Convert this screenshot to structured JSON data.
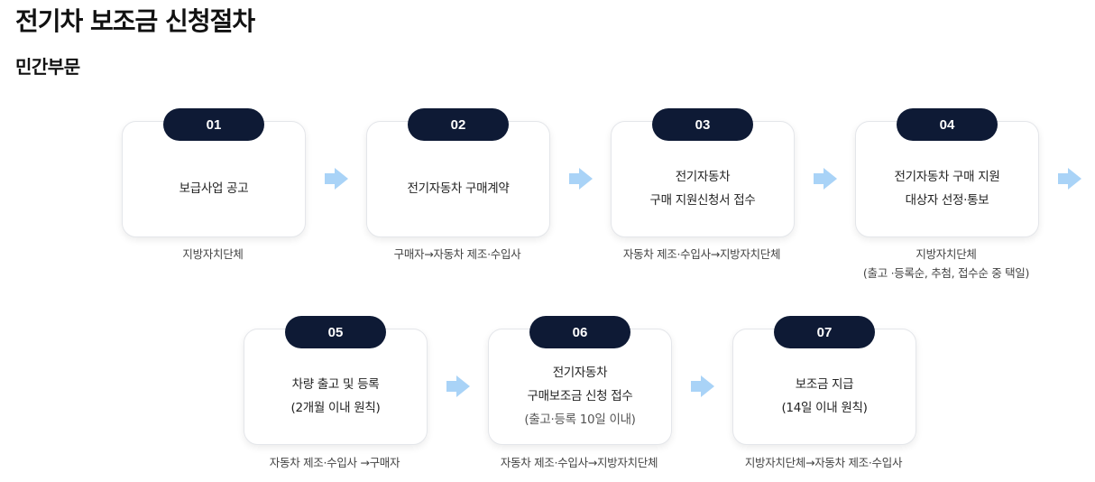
{
  "page_title": "전기차 보조금 신청절차",
  "section_title": "민간부문",
  "steps": [
    {
      "num": "01",
      "lines": [
        "보급사업 공고"
      ],
      "caption": [
        "지방자치단체"
      ]
    },
    {
      "num": "02",
      "lines": [
        "전기자동차 구매계약"
      ],
      "caption": [
        "구매자→자동차 제조·수입사"
      ]
    },
    {
      "num": "03",
      "lines": [
        "전기자동차",
        "구매 지원신청서 접수"
      ],
      "caption": [
        "자동차 제조·수입사→지방자치단체"
      ]
    },
    {
      "num": "04",
      "lines": [
        "전기자동차 구매 지원",
        "대상자 선정·통보"
      ],
      "caption": [
        "지방자치단체",
        "(출고 ·등록순, 추첨, 접수순 중 택일)"
      ]
    },
    {
      "num": "05",
      "lines": [
        "차량 출고 및 등록",
        "(2개월 이내 원칙)"
      ],
      "caption": [
        "자동차 제조·수입사 →구매자"
      ]
    },
    {
      "num": "06",
      "lines": [
        "전기자동차",
        "구매보조금 신청 접수"
      ],
      "note": "(출고·등록 10일 이내)",
      "caption": [
        "자동차 제조·수입사→지방자치단체"
      ]
    },
    {
      "num": "07",
      "lines": [
        "보조금 지급",
        "(14일 이내 원칙)"
      ],
      "caption": [
        "지방자치단체→자동차 제조·수입사"
      ]
    }
  ],
  "colors": {
    "badge": "#0e1a35",
    "arrow": "#a9d3f7"
  },
  "icons": {
    "arrow": "arrow-right-icon"
  }
}
